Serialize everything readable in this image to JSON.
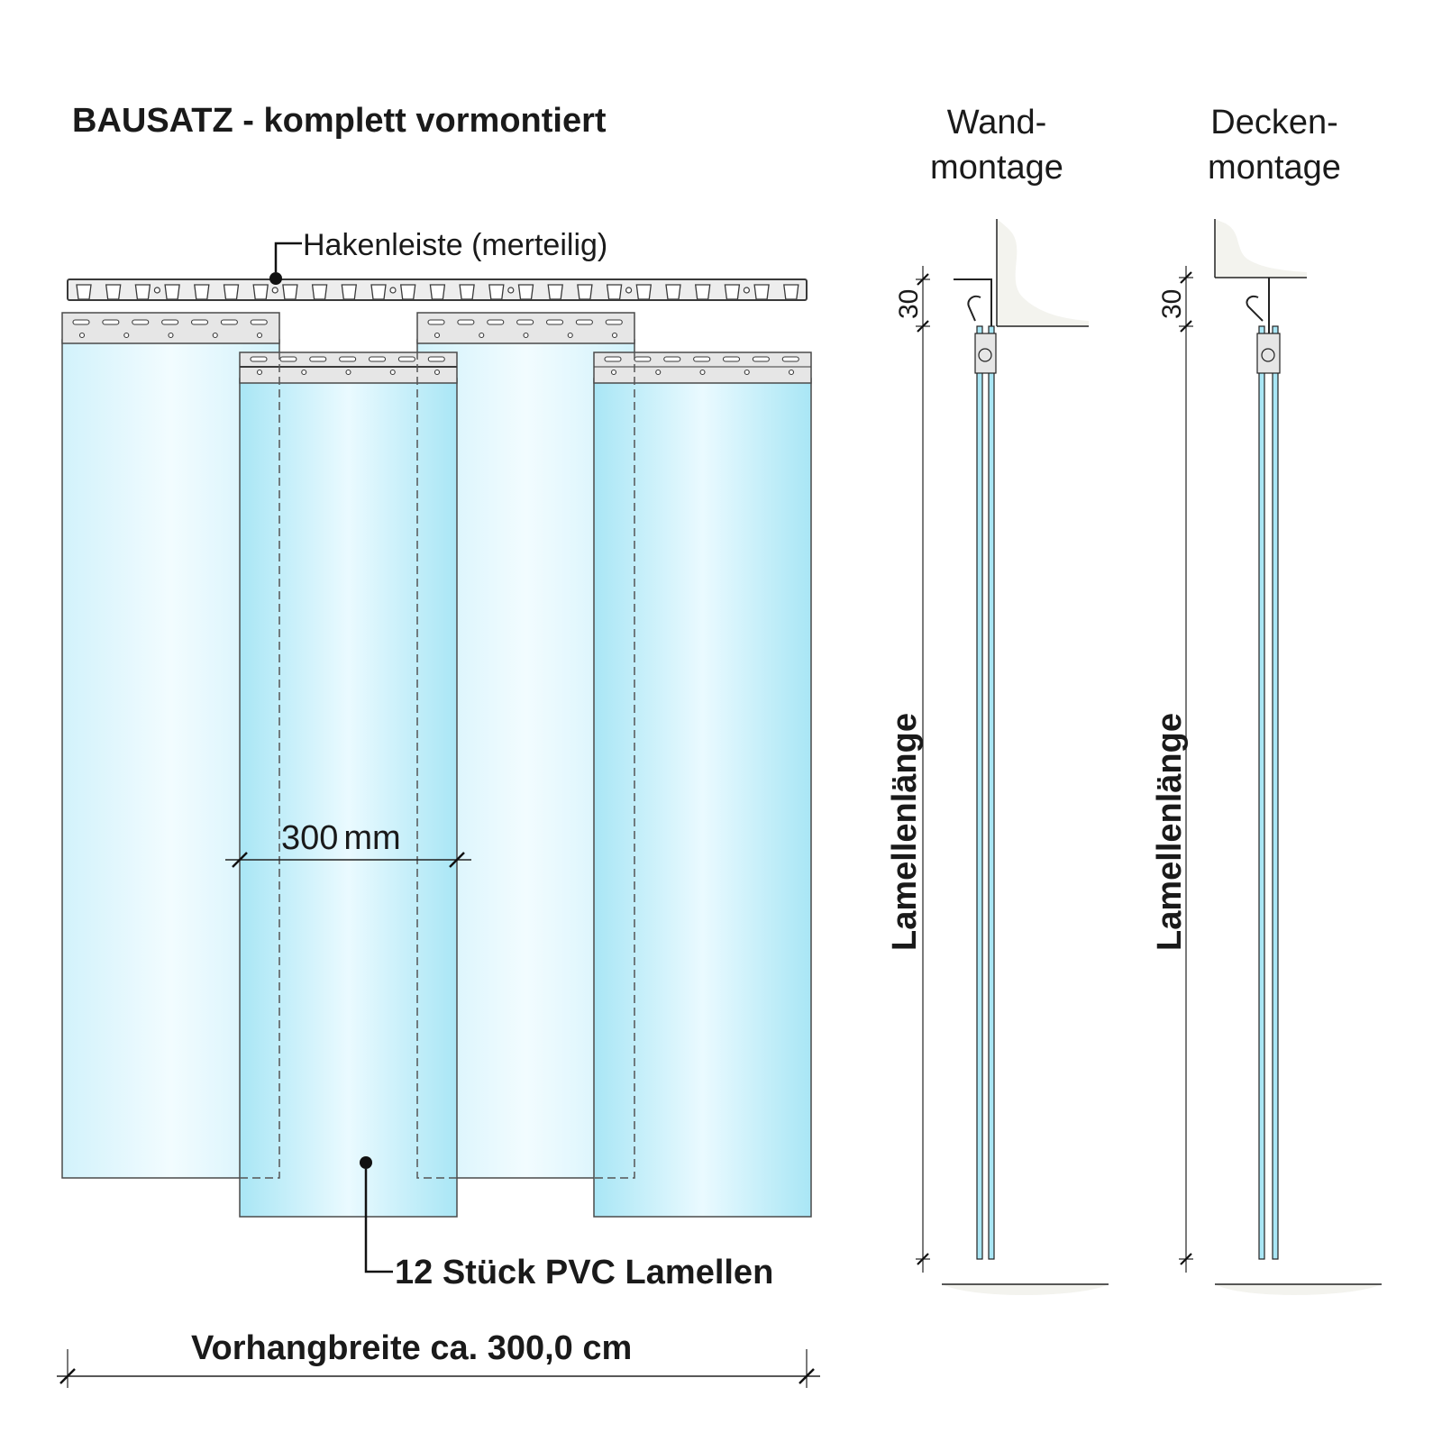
{
  "title": "BAUSATZ - komplett vormontiert",
  "labels": {
    "hook_rail": "Hakenleiste (merteilig)",
    "strip_width": "300",
    "strip_width_unit": "mm",
    "strip_count": "12 Stück PVC Lamellen",
    "curtain_width": "Vorhangbreite ca. 300,0 cm"
  },
  "wall_mount": {
    "title_line1": "Wand-",
    "title_line2": "montage",
    "dim_top": "30",
    "dim_length": "Lamellenlänge"
  },
  "ceiling_mount": {
    "title_line1": "Decken-",
    "title_line2": "montage",
    "dim_top": "30",
    "dim_length": "Lamellenlänge"
  },
  "colors": {
    "strip_light": "#eafaff",
    "strip_dark": "#a9e6f5",
    "metal": "#e6e6e6",
    "wall": "#f3f3ee",
    "line": "#1a1a1a"
  }
}
